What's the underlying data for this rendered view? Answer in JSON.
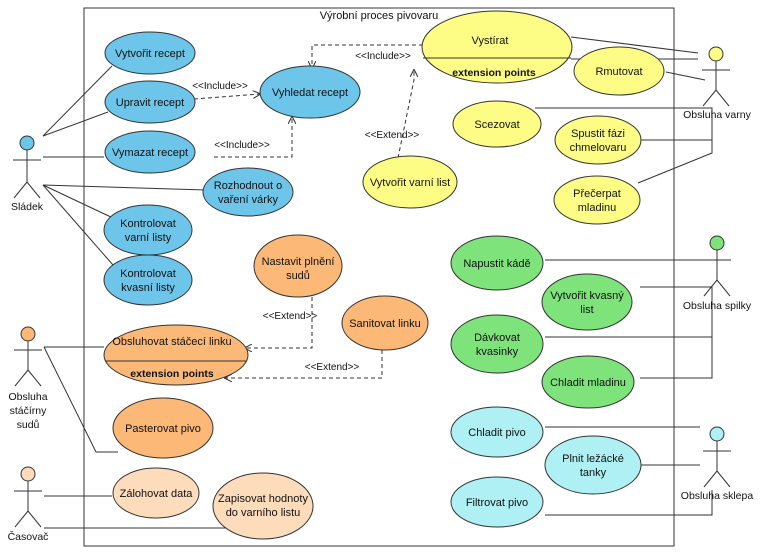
{
  "system": {
    "title": "Výrobní proces pivovaru"
  },
  "colors": {
    "blue": "#6ec5ea",
    "yellow": "#fdfd86",
    "orange": "#fcb877",
    "peach": "#fddcbb",
    "green": "#7de37a",
    "cyan": "#aef0f4"
  },
  "actors": {
    "sladek": "Sládek",
    "stacirna_line1": "Obsluha",
    "stacirna_line2": "stáčírny",
    "stacirna_line3": "sudů",
    "casovac": "Časovač",
    "varna": "Obsluha varny",
    "spilka": "Obsluha spilky",
    "sklep": "Obsluha sklepa"
  },
  "usecases": {
    "vytvorit_recept": "Vytvořit recept",
    "upravit_recept": "Upravit recept",
    "vymazat_recept": "Vymazat recept",
    "vyhledat_recept": "Vyhledat recept",
    "rozhodnout_l1": "Rozhodnout o",
    "rozhodnout_l2": "vaření várky",
    "kontr_varni_l1": "Kontrolovat",
    "kontr_varni_l2": "varní listy",
    "kontr_kvasni_l1": "Kontrolovat",
    "kontr_kvasni_l2": "kvasní listy",
    "vystirat": "Vystírat",
    "extension_points": "extension points",
    "rmutovat": "Rmutovat",
    "scezovat": "Scezovat",
    "spustit_l1": "Spustit fázi",
    "spustit_l2": "chmelovaru",
    "precerpat_l1": "Přečerpat",
    "precerpat_l2": "mladinu",
    "vytvorit_varni_list": "Vytvořit varní list",
    "nastavit_l1": "Nastavit plnění",
    "nastavit_l2": "sudů",
    "sanitovat": "Sanitovat linku",
    "obsluhovat": "Obsluhovat stáčecí linku",
    "pasterovat": "Pasterovat pivo",
    "zalohovat": "Zálohovat data",
    "zapisovat_l1": "Zapisovat hodnoty",
    "zapisovat_l2": "do varního listu",
    "napustit": "Napustit kádě",
    "vytvorit_kvasny_l1": "Vytvořit kvasný",
    "vytvorit_kvasny_l2": "list",
    "davkovat_l1": "Dávkovat",
    "davkovat_l2": "kvasinky",
    "chladit_mladinu": "Chladit mladinu",
    "chladit_pivo": "Chladit pivo",
    "plnit_l1": "Plnit ležácké",
    "plnit_l2": "tanky",
    "filtrovat": "Filtrovat pivo"
  },
  "relations": {
    "include": "<<Include>>",
    "extend": "<<Extend>>"
  }
}
